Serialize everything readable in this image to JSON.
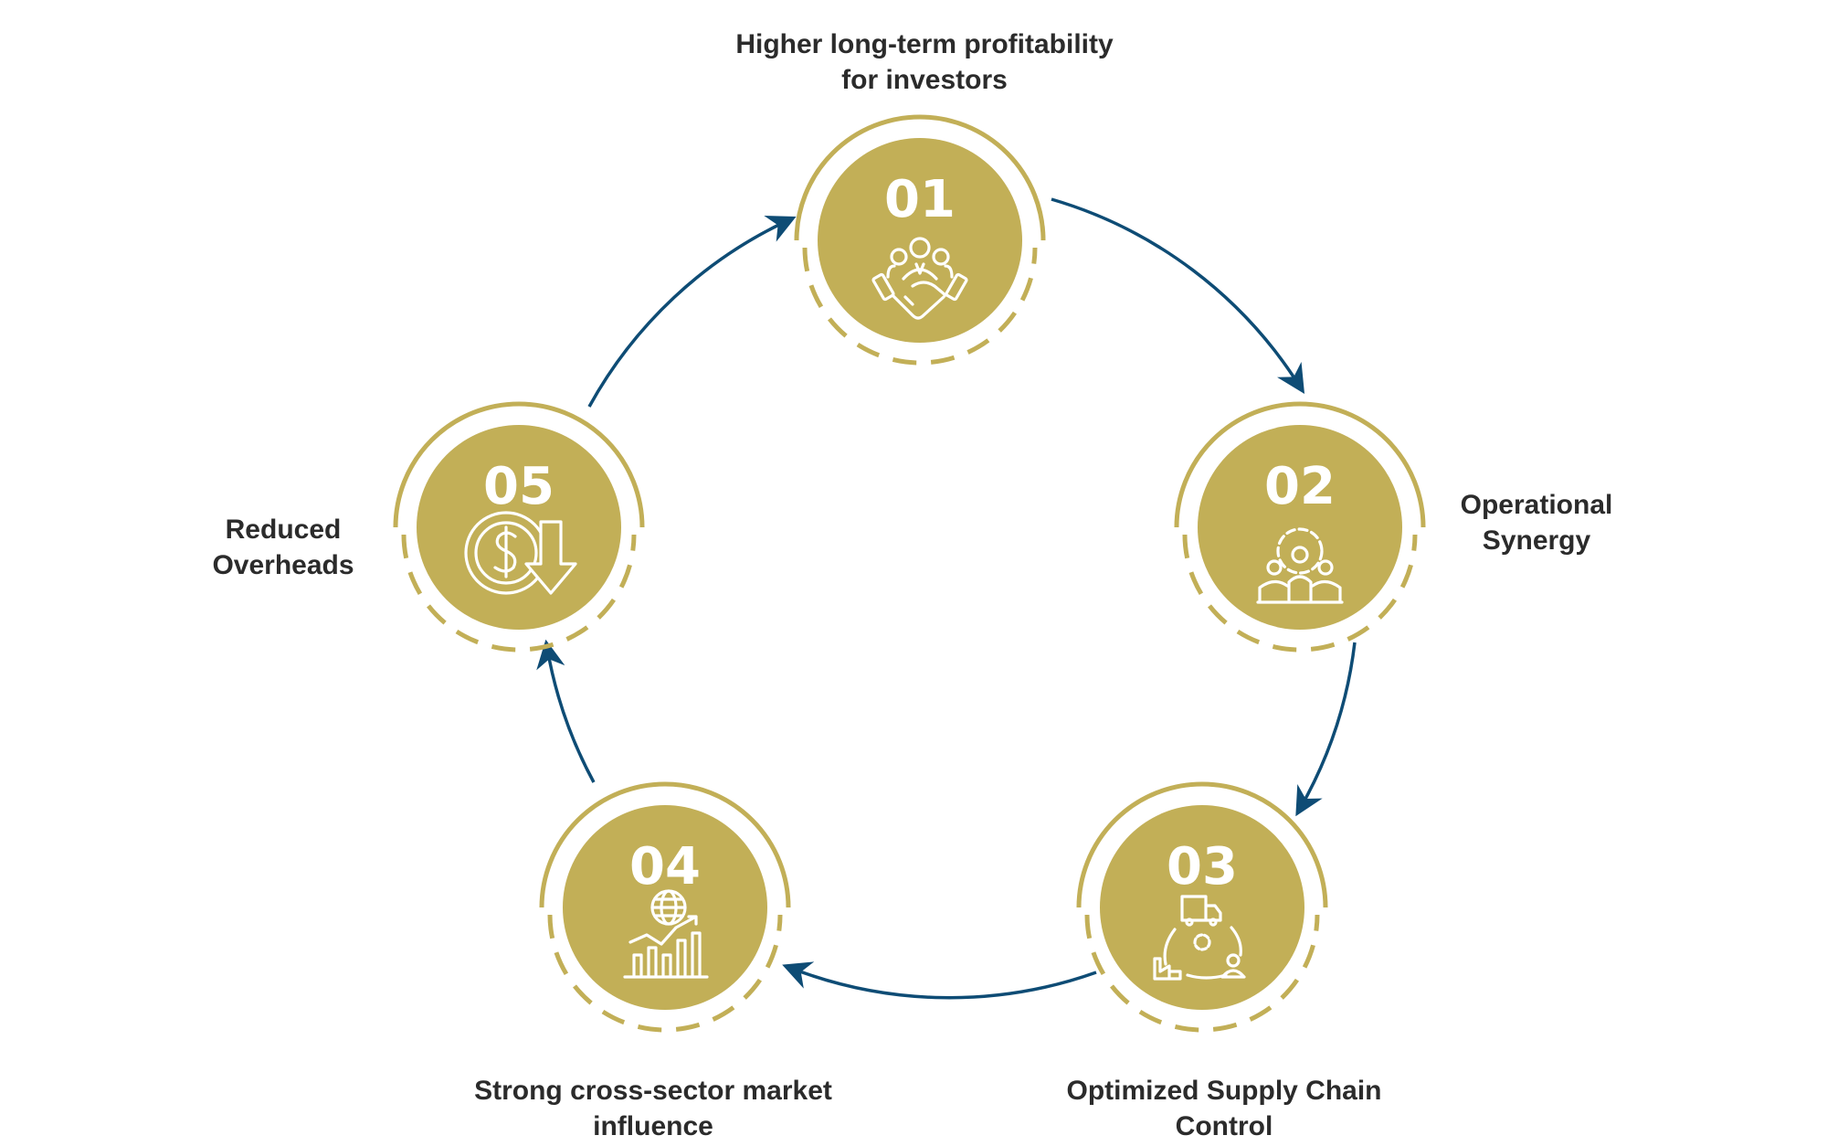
{
  "colors": {
    "gold": "#c2af57",
    "navy": "#0e4c75",
    "text": "#2b2b2b"
  },
  "steps": [
    {
      "number": "01",
      "label_line1": "Higher long-term profitability",
      "label_line2": "for investors",
      "icon": "handshake-team-icon"
    },
    {
      "number": "02",
      "label_line1": "Operational",
      "label_line2": "Synergy",
      "icon": "gear-team-icon"
    },
    {
      "number": "03",
      "label_line1": "Optimized Supply Chain",
      "label_line2": "Control",
      "icon": "supply-chain-cycle-icon"
    },
    {
      "number": "04",
      "label_line1": "Strong cross-sector market",
      "label_line2": "influence",
      "icon": "globe-growth-chart-icon"
    },
    {
      "number": "05",
      "label_line1": "Reduced",
      "label_line2": "Overheads",
      "icon": "dollar-down-arrow-icon"
    }
  ]
}
